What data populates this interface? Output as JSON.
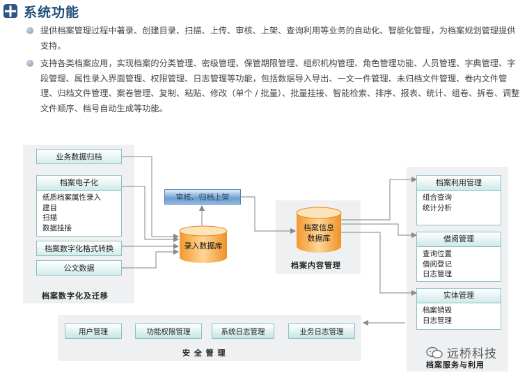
{
  "header": {
    "title": "系统功能"
  },
  "bullets": [
    "提供档案管理过程中著录、创建目录、扫描、上传、审核、上架、查询利用等业务的自动化、智能化管理，为档案规划管理提供支持。",
    "支持各类档案应用，实现档案的分类管理、密级管理、保管期限管理、组织机构管理、角色管理功能、人员管理、字典管理、字段管理、属性录入界面管理、权限管理、日志管理等功能，包括数据导入导出、一文一件管理、未归档文件管理、卷内文件管理、归档文件管理、案卷管理、复制、粘贴、修改（单个 / 批量）、批量挂接、智能检索、排序、报表、统计、组卷、拆卷、调整文件顺序、档号自动生成等功能。"
  ],
  "diagram": {
    "left_group": {
      "label": "档案数字化及迁移",
      "business_box": "业务数据归档",
      "digitize_box": {
        "title": "档案电子化",
        "lines": [
          "纸质档案属性录入",
          "建目",
          "扫描",
          "数据挂接"
        ]
      },
      "format_box": "档案数字化格式转换",
      "doc_box": "公文数据"
    },
    "review_bar": "审核、归档上架",
    "input_db": "录入数据库",
    "center_group": {
      "label": "档案内容管理",
      "db": [
        "档案信息",
        "数据库"
      ]
    },
    "right_group": {
      "label": "档案服务与利用",
      "boxes": [
        {
          "title": "档案利用管理",
          "lines": [
            "组合查询",
            "统计分析"
          ]
        },
        {
          "title": "借阅管理",
          "lines": [
            "查询位置",
            "借阅登记",
            "日志管理"
          ]
        },
        {
          "title": "实体管理",
          "lines": [
            "档案销毁",
            "日志管理"
          ]
        }
      ]
    },
    "security_group": {
      "label": "安 全 管 理",
      "items": [
        "用户管理",
        "功能权限管理",
        "系统日志管理",
        "业务日志管理"
      ]
    }
  },
  "watermark": "远桥科技"
}
